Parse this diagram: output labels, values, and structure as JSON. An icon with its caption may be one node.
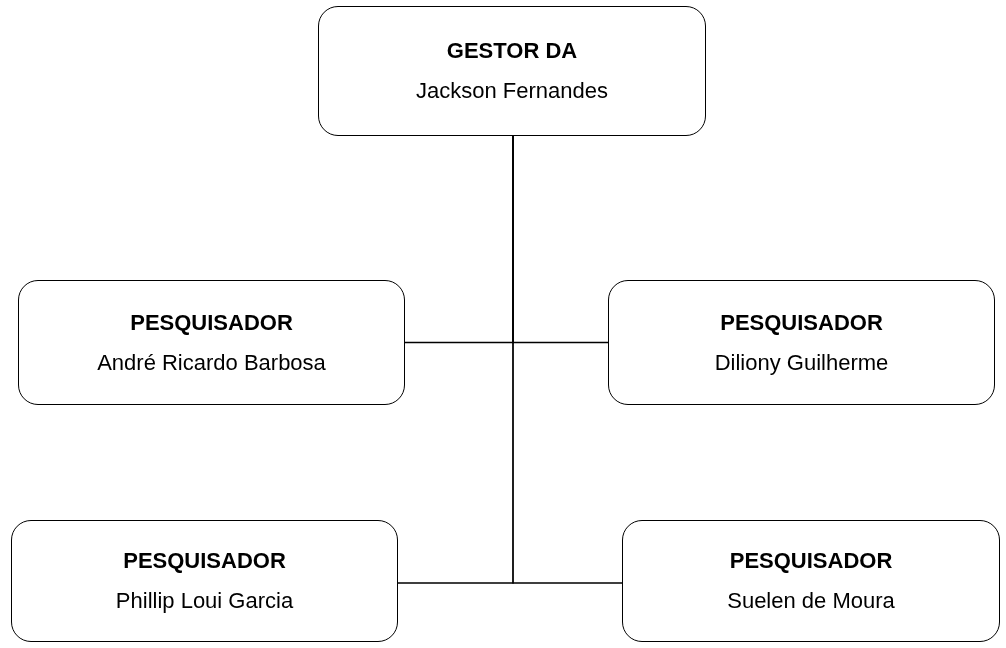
{
  "diagram": {
    "nodes": [
      {
        "text": [
          "GESTOR DA",
          "Jackson Fernandes"
        ]
      },
      {
        "text": [
          "PESQUISADOR",
          "André Ricardo Barbosa"
        ]
      },
      {
        "text": [
          "PESQUISADOR",
          "Diliony Guilherme"
        ]
      },
      {
        "text": [
          "PESQUISADOR",
          "Phillip Loui Garcia"
        ]
      },
      {
        "text": [
          "PESQUISADOR",
          "Suelen de Moura"
        ]
      }
    ],
    "edges": [
      {
        "from": 0,
        "to": 1,
        "arrow": "none"
      },
      {
        "from": 0,
        "to": 2,
        "arrow": "none"
      },
      {
        "from": 0,
        "to": 3,
        "arrow": "none"
      },
      {
        "from": 0,
        "to": 4,
        "arrow": "none"
      }
    ]
  }
}
